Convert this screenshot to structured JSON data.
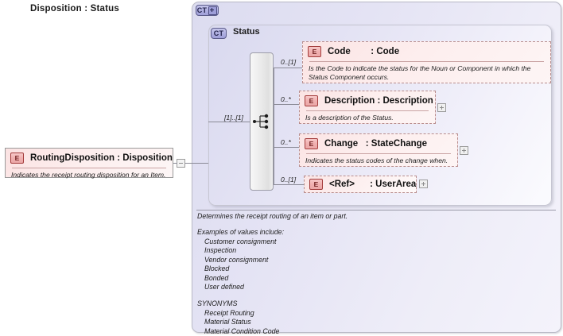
{
  "diagram": {
    "type": "xml-schema-component-diagram",
    "left_element": {
      "badge": "E",
      "title": "RoutingDisposition : Disposition",
      "documentation": "Indicates the receipt routing disposition for an Item.",
      "collapser_icon": "minus-box-icon"
    },
    "outer_panel": {
      "badge": "CT",
      "badge_icon": "ct-plus-icon",
      "title": "Disposition : Status"
    },
    "inner_panel": {
      "badge": "CT",
      "title": "Status"
    },
    "compositor": {
      "icon": "sequence-icon",
      "cardinality": "[1]..[1]"
    },
    "children": [
      {
        "badge": "E",
        "cardinality": "0..[1]",
        "title": "Code        : Code",
        "documentation": "Is the Code to indicate the status for the Noun or Component in which the Status Component occurs.",
        "has_expander": false
      },
      {
        "badge": "E",
        "cardinality": "0..*",
        "title": "Description : Description",
        "documentation": "Is a description of the Status.",
        "has_expander": true
      },
      {
        "badge": "E",
        "cardinality": "0..*",
        "title": "Change   : StateChange",
        "documentation": "Indicates the  status codes of the change when.",
        "has_expander": true
      },
      {
        "badge": "E",
        "cardinality": "0..[1]",
        "title": "<Ref>      : UserArea",
        "documentation": "",
        "has_expander": true
      }
    ],
    "panel_documentation": {
      "lead": "Determines the receipt routing of an item or part.",
      "examples_header": "Examples of values include:",
      "examples": [
        "Customer consignment",
        "Inspection",
        "Vendor consignment",
        "Blocked",
        "Bonded",
        "User defined"
      ],
      "synonyms_header": "SYNONYMS",
      "synonyms": [
        "Receipt Routing",
        "Material Status",
        "Material Condition Code"
      ]
    },
    "colors": {
      "panel_fill": "#e4e3f4",
      "element_fill": "#fbe4e4",
      "element_border": "#b88d8d",
      "badge_e_fill": "#f0b0b0",
      "badge_ct_fill": "#aeaee0",
      "line": "#8a8a96"
    }
  }
}
